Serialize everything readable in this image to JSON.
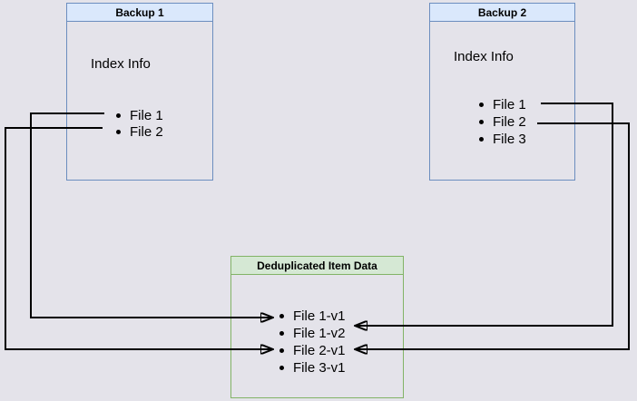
{
  "colors": {
    "background": "#e4e3ea",
    "blue_border": "#6c8ebf",
    "blue_header_fill": "#dae8fc",
    "green_border": "#82b366",
    "green_header_fill": "#d5e8d4",
    "arrow": "#000000",
    "text": "#000000"
  },
  "backup1": {
    "title": "Backup 1",
    "subtitle": "Index Info",
    "items": [
      "File 1",
      "File 2"
    ]
  },
  "backup2": {
    "title": "Backup 2",
    "subtitle": "Index Info",
    "items": [
      "File 1",
      "File 2",
      "File 3"
    ]
  },
  "dedup": {
    "title": "Deduplicated Item Data",
    "items": [
      "File 1-v1",
      "File 1-v2",
      "File 2-v1",
      "File 3-v1"
    ]
  },
  "connections": [
    {
      "from": "Backup 1 / File 1",
      "to": "File 1-v1"
    },
    {
      "from": "Backup 1 / File 2",
      "to": "File 2-v1"
    },
    {
      "from": "Backup 2 / File 1",
      "to": "File 1-v2"
    },
    {
      "from": "Backup 2 / File 2",
      "to": "File 2-v1"
    }
  ]
}
